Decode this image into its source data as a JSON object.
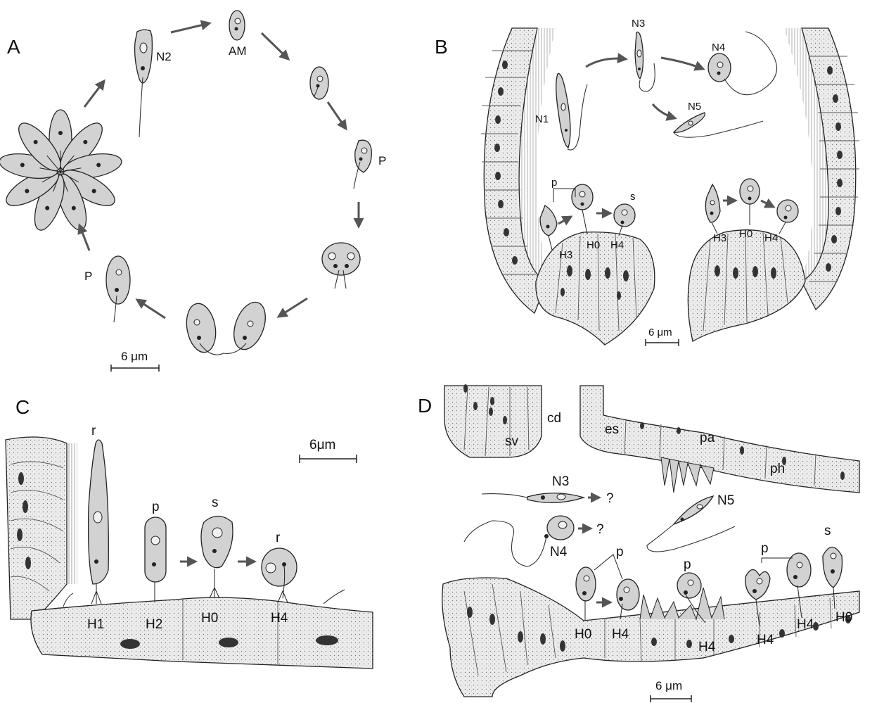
{
  "panels": {
    "A": {
      "letter": "A",
      "labels": {
        "n2": "N2",
        "am": "AM",
        "p_right": "P",
        "p_left": "P"
      },
      "scale": "6 μm"
    },
    "B": {
      "letter": "B",
      "labels": {
        "n1": "N1",
        "n3": "N3",
        "n4": "N4",
        "n5": "N5",
        "p": "p",
        "s": "s",
        "h3_left": "H3",
        "h0_left": "H0",
        "h4_left": "H4",
        "h3_right": "H3",
        "h0_right": "H0",
        "h4_right": "H4"
      },
      "scale": "6 μm"
    },
    "C": {
      "letter": "C",
      "labels": {
        "r_top": "r",
        "p": "p",
        "s": "s",
        "r_right": "r",
        "h1": "H1",
        "h2": "H2",
        "h0": "H0",
        "h4": "H4"
      },
      "scale": "6μm"
    },
    "D": {
      "letter": "D",
      "labels": {
        "sv": "sv",
        "cd": "cd",
        "es": "es",
        "pa": "pa",
        "ph": "ph",
        "n3": "N3",
        "n4": "N4",
        "n5": "N5",
        "q1": "?",
        "q2": "?",
        "p1": "p",
        "p2": "p",
        "p3": "p",
        "s": "s",
        "h0_a": "H0",
        "h4_a": "H4",
        "h4_b": "H4",
        "h4_c": "H4",
        "h4_d": "H4",
        "h0_b": "H0"
      },
      "scale": "6 μm"
    }
  },
  "colors": {
    "cell_fill": "#d2d2d2",
    "tissue_fill": "#e6e6e6",
    "arrow": "#555555",
    "ink": "#222222"
  }
}
